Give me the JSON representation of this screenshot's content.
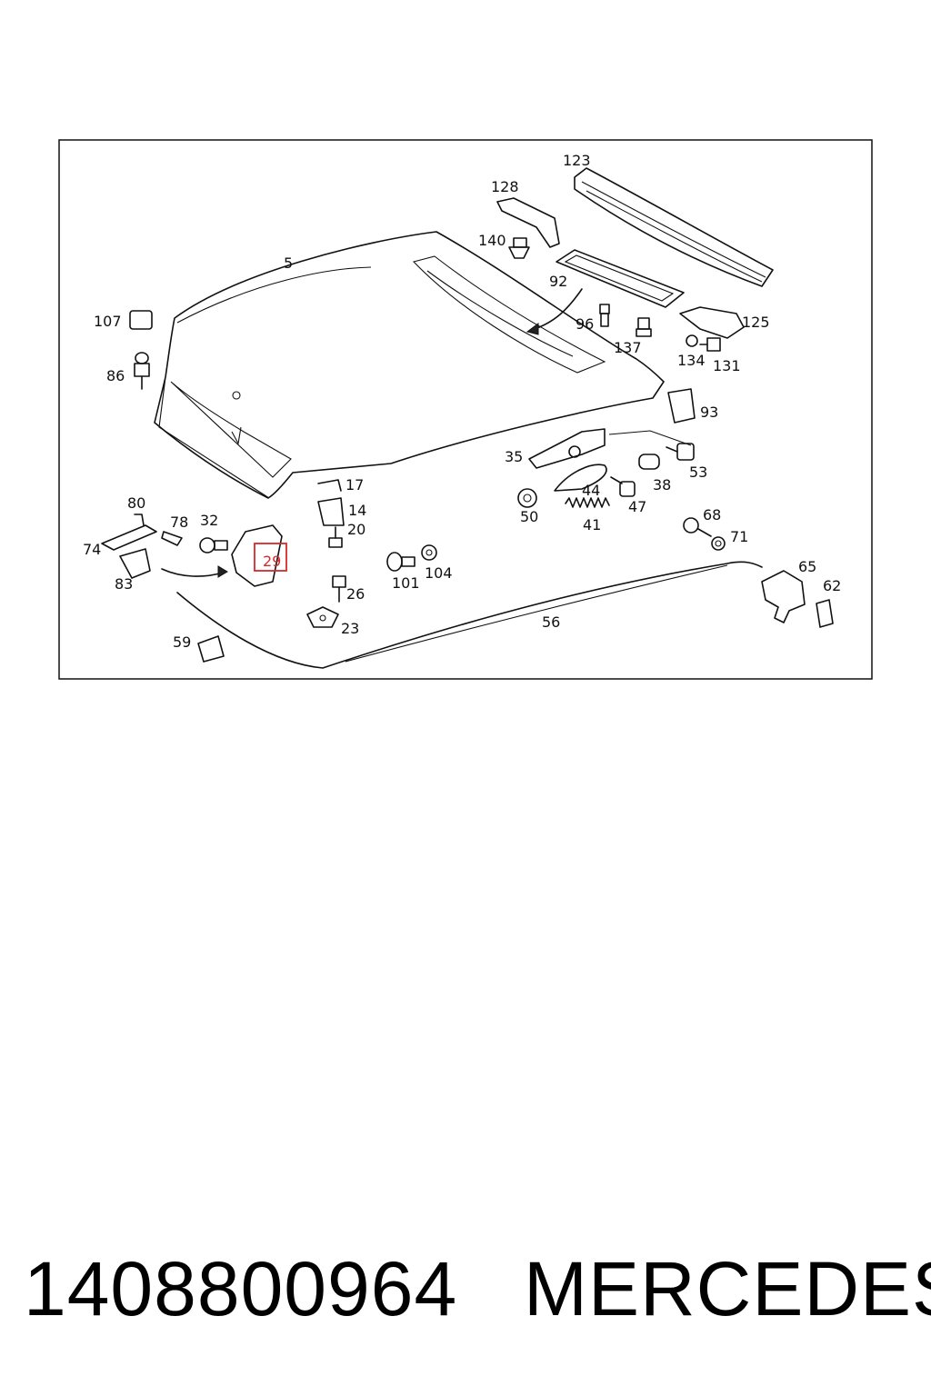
{
  "diagram": {
    "callouts": [
      "5",
      "107",
      "86",
      "140",
      "128",
      "123",
      "92",
      "96",
      "137",
      "125",
      "134",
      "131",
      "93",
      "35",
      "53",
      "38",
      "44",
      "47",
      "50",
      "41",
      "17",
      "14",
      "20",
      "80",
      "78",
      "32",
      "74",
      "83",
      "68",
      "71",
      "65",
      "62",
      "101",
      "104",
      "26",
      "23",
      "56",
      "59"
    ],
    "highlighted_callout": "29",
    "highlight_color": "#d42a2a"
  },
  "footer": {
    "part_number": "1408800964",
    "brand": "MERCEDES"
  }
}
